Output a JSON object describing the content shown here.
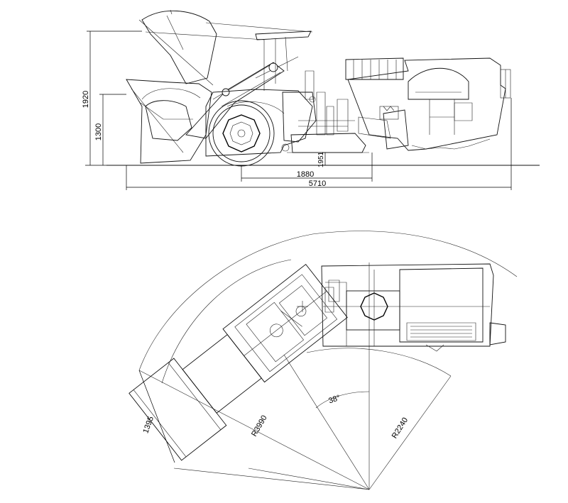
{
  "side_view": {
    "dims": {
      "overall_length": "5710",
      "wheelbase": "1880",
      "ground_clearance": "1951",
      "max_height": "1920",
      "mid_height": "1300"
    }
  },
  "top_view": {
    "dims": {
      "bucket_width": "1395",
      "outer_radius": "R3990",
      "inner_radius": "R2240",
      "articulation_angle": "38°"
    }
  }
}
